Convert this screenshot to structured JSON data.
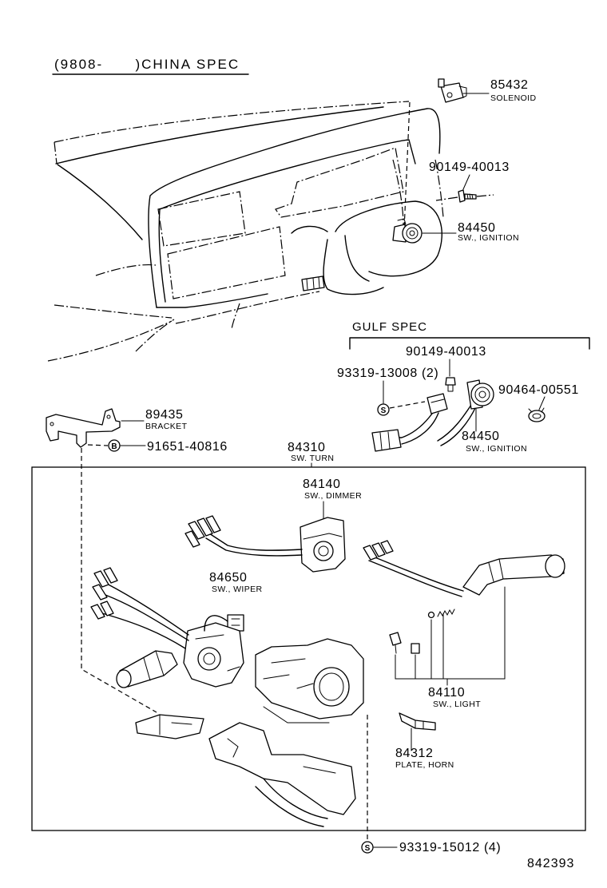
{
  "header": {
    "title": "(9808-      )CHINA SPEC"
  },
  "sections": {
    "gulf_spec": "GULF SPEC"
  },
  "parts": {
    "solenoid": {
      "number": "85432",
      "name": "SOLENOID"
    },
    "screw_china": {
      "number": "90149-40013"
    },
    "ignition_china": {
      "number": "84450",
      "name": "SW., IGNITION"
    },
    "screw_gulf": {
      "number": "90149-40013"
    },
    "bolt_gulf": {
      "number": "93319-13008 (2)",
      "symbol": "S"
    },
    "clamp_gulf": {
      "number": "90464-00551"
    },
    "ignition_gulf": {
      "number": "84450",
      "name": "SW., IGNITION"
    },
    "bracket": {
      "number": "89435",
      "name": "BRACKET"
    },
    "bolt_bracket": {
      "number": "91651-40816",
      "symbol": "B"
    },
    "turn_switch": {
      "number": "84310",
      "name": "SW. TURN"
    },
    "dimmer": {
      "number": "84140",
      "name": "SW., DIMMER"
    },
    "wiper": {
      "number": "84650",
      "name": "SW., WIPER"
    },
    "light": {
      "number": "84110",
      "name": "SW., LIGHT"
    },
    "horn_plate": {
      "number": "84312",
      "name": "PLATE, HORN"
    },
    "screw_main": {
      "number": "93319-15012 (4)",
      "symbol": "S"
    }
  },
  "illustration_code": "842393"
}
